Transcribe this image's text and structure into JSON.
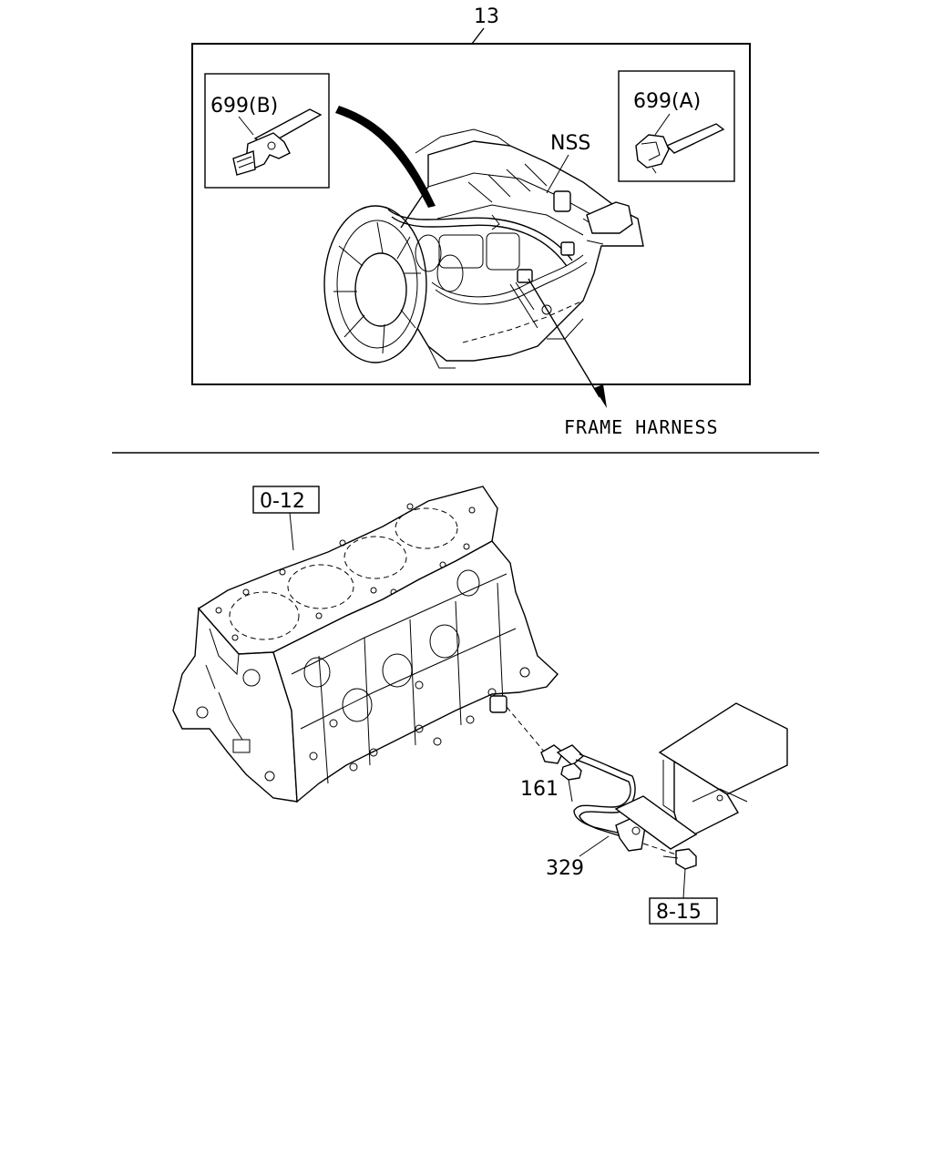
{
  "callouts": {
    "top_assembly": "13",
    "clip_b": "699(B)",
    "clip_a": "699(A)",
    "sensor": "NSS",
    "frame_harness": "FRAME HARNESS",
    "block_ref": "0-12",
    "bolt": "161",
    "ground_cable": "329",
    "bolt_ref": "8-15"
  }
}
